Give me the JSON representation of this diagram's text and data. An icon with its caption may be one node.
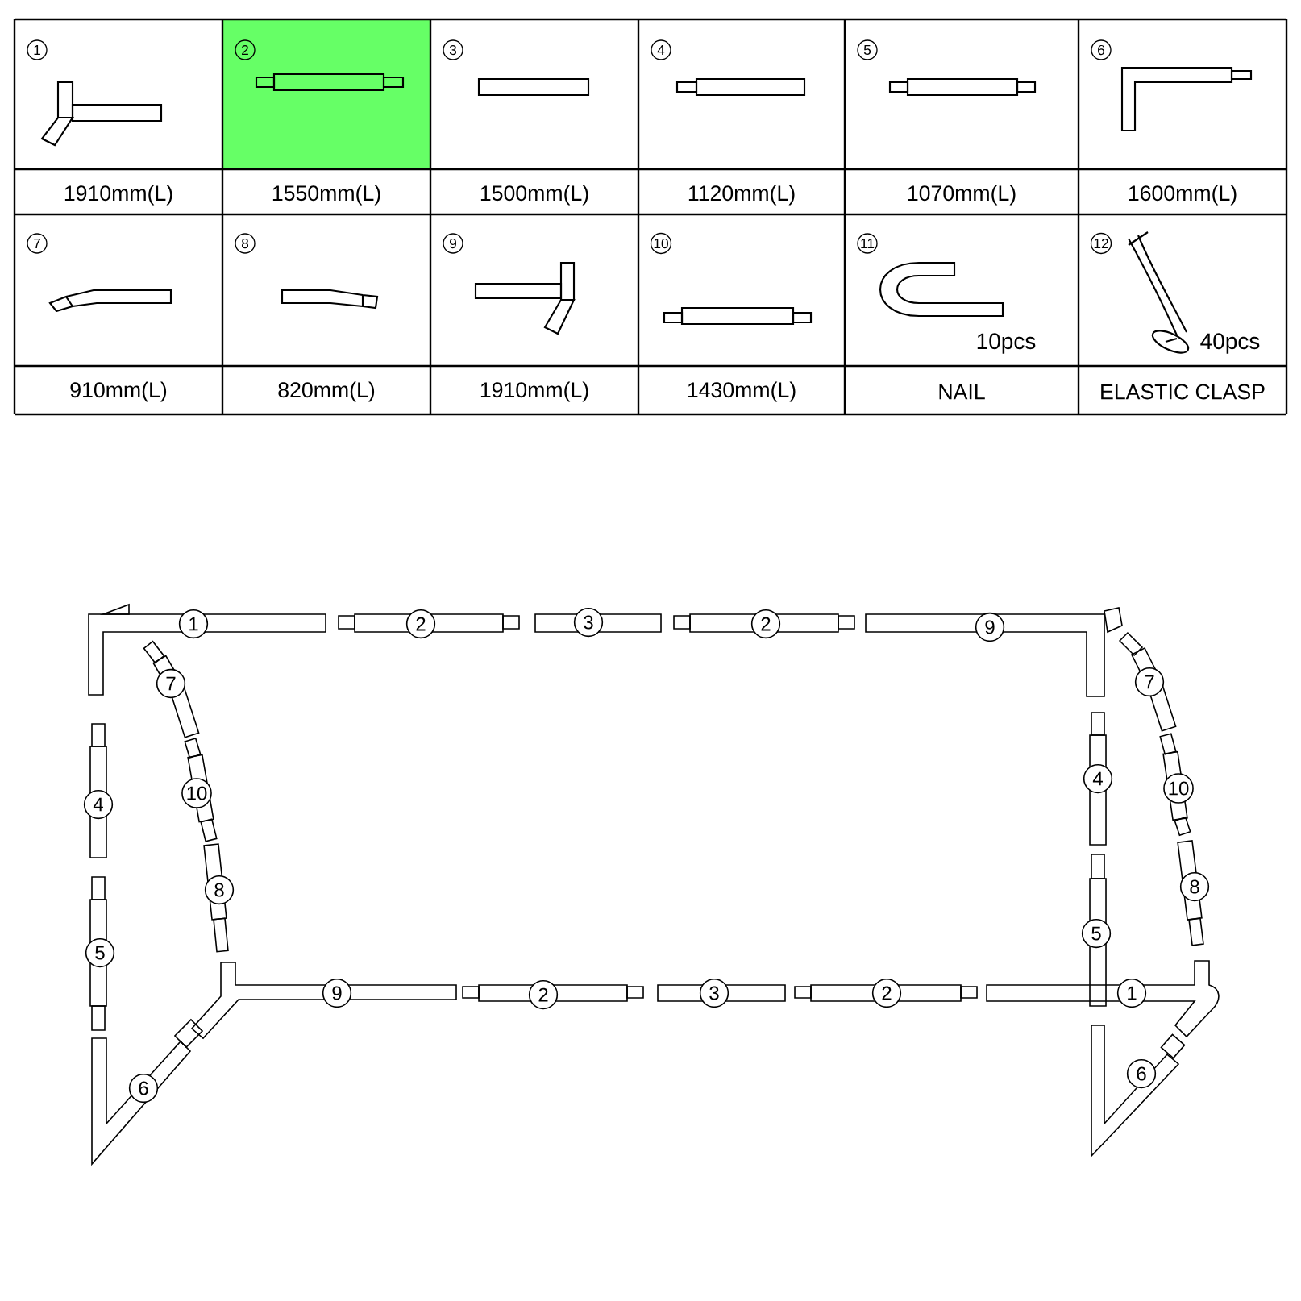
{
  "diagram": {
    "labels": [
      "1",
      "2",
      "3",
      "4",
      "5",
      "6",
      "1910mm(L)",
      "1550mm(L)",
      "1500mm(L)",
      "1120mm(L)",
      "1070mm(L)",
      "1600mm(L)",
      "7",
      "8",
      "9",
      "10",
      "11",
      "10pcs",
      "12",
      "40pcs",
      "910mm(L)",
      "820mm(L)",
      "1910mm(L)",
      "1430mm(L)",
      "NAIL",
      "ELASTIC CLASP",
      "1",
      "2",
      "3",
      "2",
      "9",
      "7",
      "7",
      "4",
      "10",
      "4",
      "10",
      "8",
      "8",
      "5",
      "5",
      "9",
      "2",
      "3",
      "2",
      "1",
      "6",
      "6"
    ]
  }
}
